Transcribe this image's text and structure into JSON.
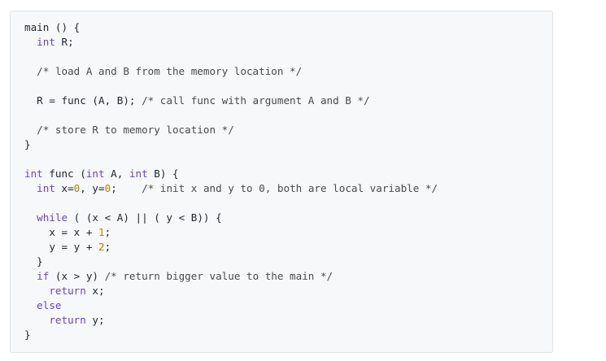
{
  "code_block": {
    "lines": [
      [
        {
          "t": "main () {",
          "k": "plain"
        }
      ],
      [
        {
          "t": "  ",
          "k": "plain"
        },
        {
          "t": "int",
          "k": "ty"
        },
        {
          "t": " R;",
          "k": "plain"
        }
      ],
      [],
      [
        {
          "t": "  ",
          "k": "plain"
        },
        {
          "t": "/* load A and B from the memory location */",
          "k": "com"
        }
      ],
      [],
      [
        {
          "t": "  R = func (A, B); ",
          "k": "plain"
        },
        {
          "t": "/* call func with argument A and B */",
          "k": "com"
        }
      ],
      [],
      [
        {
          "t": "  ",
          "k": "plain"
        },
        {
          "t": "/* store R to memory location */",
          "k": "com"
        }
      ],
      [
        {
          "t": "}",
          "k": "plain"
        }
      ],
      [],
      [
        {
          "t": "int",
          "k": "ty"
        },
        {
          "t": " func (",
          "k": "plain"
        },
        {
          "t": "int",
          "k": "ty"
        },
        {
          "t": " A, ",
          "k": "plain"
        },
        {
          "t": "int",
          "k": "ty"
        },
        {
          "t": " B) {",
          "k": "plain"
        }
      ],
      [
        {
          "t": "  ",
          "k": "plain"
        },
        {
          "t": "int",
          "k": "ty"
        },
        {
          "t": " x=",
          "k": "plain"
        },
        {
          "t": "0",
          "k": "num"
        },
        {
          "t": ", y=",
          "k": "plain"
        },
        {
          "t": "0",
          "k": "num"
        },
        {
          "t": ";    ",
          "k": "plain"
        },
        {
          "t": "/* init x and y to 0, both are local variable */",
          "k": "com"
        }
      ],
      [],
      [
        {
          "t": "  ",
          "k": "plain"
        },
        {
          "t": "while",
          "k": "kw"
        },
        {
          "t": " ( (x < A) || ( y < B)) {",
          "k": "plain"
        }
      ],
      [
        {
          "t": "    x = x + ",
          "k": "plain"
        },
        {
          "t": "1",
          "k": "num"
        },
        {
          "t": ";",
          "k": "plain"
        }
      ],
      [
        {
          "t": "    y = y + ",
          "k": "plain"
        },
        {
          "t": "2",
          "k": "num"
        },
        {
          "t": ";",
          "k": "plain"
        }
      ],
      [
        {
          "t": "  }",
          "k": "plain"
        }
      ],
      [
        {
          "t": "  ",
          "k": "plain"
        },
        {
          "t": "if",
          "k": "kw"
        },
        {
          "t": " (x > y) ",
          "k": "plain"
        },
        {
          "t": "/* return bigger value to the main */",
          "k": "com"
        }
      ],
      [
        {
          "t": "    ",
          "k": "plain"
        },
        {
          "t": "return",
          "k": "kw"
        },
        {
          "t": " x;",
          "k": "plain"
        }
      ],
      [
        {
          "t": "  ",
          "k": "plain"
        },
        {
          "t": "else",
          "k": "kw"
        }
      ],
      [
        {
          "t": "    ",
          "k": "plain"
        },
        {
          "t": "return",
          "k": "kw"
        },
        {
          "t": " y;",
          "k": "plain"
        }
      ],
      [
        {
          "t": "}",
          "k": "plain"
        }
      ]
    ]
  },
  "colors": {
    "background": "#f6f8fa",
    "border": "#e1e4e8",
    "keyword": "#6f42c1",
    "number": "#b08800",
    "comment": "#4b4b4b",
    "text": "#24292e"
  }
}
